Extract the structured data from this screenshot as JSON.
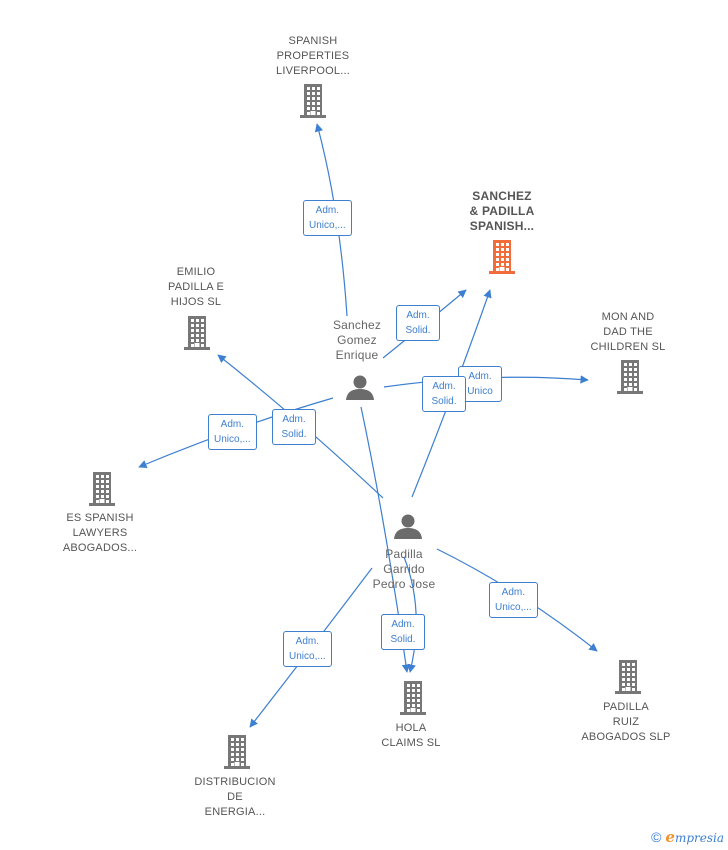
{
  "colors": {
    "edge": "#3d7fd0",
    "building": "#777777",
    "building_main": "#f26b3a",
    "person": "#6b6b6b"
  },
  "companies": [
    {
      "id": "spanish-properties",
      "label": "SPANISH\nPROPERTIES\nLIVERPOOL..."
    },
    {
      "id": "sanchez-padilla",
      "label": "SANCHEZ\n& PADILLA\nSPANISH...",
      "main": true
    },
    {
      "id": "emilio-padilla",
      "label": "EMILIO\nPADILLA E\nHIJOS SL"
    },
    {
      "id": "mon-and-dad",
      "label": "MON AND\nDAD THE\nCHILDREN  SL"
    },
    {
      "id": "es-spanish-lawyers",
      "label": "ES SPANISH\nLAWYERS\nABOGADOS..."
    },
    {
      "id": "padilla-ruiz",
      "label": "PADILLA\nRUIZ\nABOGADOS  SLP"
    },
    {
      "id": "hola-claims",
      "label": "HOLA\nCLAIMS  SL"
    },
    {
      "id": "distribucion-energia",
      "label": "DISTRIBUCION\nDE\nENERGIA..."
    }
  ],
  "people": [
    {
      "id": "sanchez-gomez",
      "label": "Sanchez\nGomez\nEnrique"
    },
    {
      "id": "padilla-garrido",
      "label": "Padilla\nGarrido\nPedro Jose"
    }
  ],
  "edges": [
    {
      "from": "sanchez-gomez",
      "to": "spanish-properties",
      "label": "Adm.\nUnico,..."
    },
    {
      "from": "sanchez-gomez",
      "to": "sanchez-padilla",
      "label": "Adm.\nSolid."
    },
    {
      "from": "sanchez-gomez",
      "to": "mon-and-dad",
      "label": "Adm.\nUnico"
    },
    {
      "from": "sanchez-gomez",
      "to": "es-spanish-lawyers",
      "label": "Adm.\nUnico,..."
    },
    {
      "from": "sanchez-gomez",
      "to": "hola-claims",
      "label": "Adm.\nSolid."
    },
    {
      "from": "padilla-garrido",
      "to": "emilio-padilla",
      "label": "Adm.\nSolid."
    },
    {
      "from": "padilla-garrido",
      "to": "sanchez-padilla",
      "label": "Adm.\nSolid."
    },
    {
      "from": "padilla-garrido",
      "to": "padilla-ruiz",
      "label": "Adm.\nUnico,..."
    },
    {
      "from": "padilla-garrido",
      "to": "hola-claims",
      "label": "Adm.\nSolid."
    },
    {
      "from": "padilla-garrido",
      "to": "distribucion-energia",
      "label": "Adm.\nUnico,..."
    }
  ],
  "footer": {
    "copyright": "©",
    "brand_e": "e",
    "brand_rest": "mpresia"
  }
}
